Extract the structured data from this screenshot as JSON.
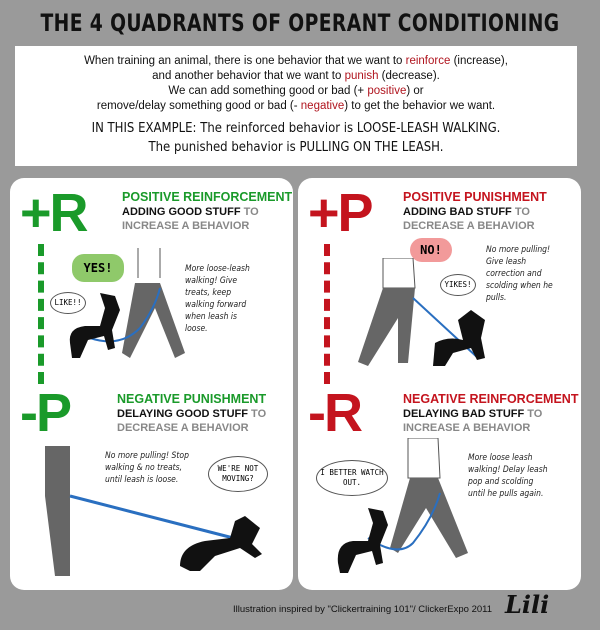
{
  "title": "THE 4 QUADRANTS OF OPERANT CONDITIONING",
  "intro": {
    "line1_a": "When training an animal, there is one behavior that we want to ",
    "line1_red": "reinforce",
    "line1_b": " (increase),",
    "line2_a": "and another behavior that we want to ",
    "line2_red": "punish",
    "line2_b": " (decrease).",
    "line3_a": "We can add something good or bad (+ ",
    "line3_red": "positive",
    "line3_b": ") or",
    "line4_a": "remove/delay something good or bad (- ",
    "line4_red": "negative",
    "line4_b": ") to get the behavior we want.",
    "example1": "IN THIS EXAMPLE:  The reinforced behavior is LOOSE-LEASH WALKING.",
    "example2": "The punished behavior is PULLING ON THE LEASH."
  },
  "colors": {
    "green": "#1a9a2a",
    "red": "#c4141e",
    "leash": "#2a6fc0",
    "background": "#9a9a9a"
  },
  "quadrants": [
    {
      "symbol": "+R",
      "title": "POSITIVE REINFORCEMENT",
      "action": "ADDING GOOD STUFF",
      "to": " TO",
      "goal": "INCREASE A BEHAVIOR",
      "note": "More loose-leash walking! Give treats, keep walking forward when leash is loose.",
      "bubble": "YES!",
      "thought": "LIKE!!"
    },
    {
      "symbol": "+P",
      "title": "POSITIVE PUNISHMENT",
      "action": "ADDING BAD STUFF",
      "to": " TO",
      "goal": "DECREASE A BEHAVIOR",
      "note": "No more pulling! Give leash correction and scolding when he pulls.",
      "bubble": "NO!",
      "thought": "YIKES!"
    },
    {
      "symbol": "-P",
      "title": "NEGATIVE PUNISHMENT",
      "action": "DELAYING GOOD STUFF",
      "to": " TO",
      "goal": "DECREASE A BEHAVIOR",
      "note": "No more pulling! Stop walking & no treats, until leash is loose.",
      "thought": "WE'RE NOT MOVING?"
    },
    {
      "symbol": "-R",
      "title": "NEGATIVE REINFORCEMENT",
      "action": "DELAYING BAD STUFF",
      "to": " TO",
      "goal": "INCREASE A BEHAVIOR",
      "note": "More loose leash walking! Delay leash pop and scolding until he pulls again.",
      "thought": "I BETTER WATCH OUT."
    }
  ],
  "footer": "Illustration inspired by \"Clickertraining 101\"/ ClickerExpo 2011",
  "signature": "Lili"
}
